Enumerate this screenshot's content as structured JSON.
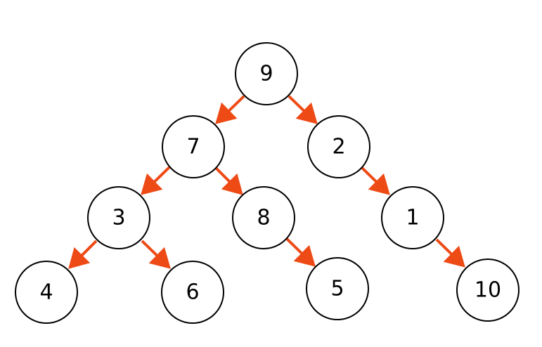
{
  "colors": {
    "edge": "#ee4a16",
    "node_stroke": "#000000",
    "node_fill": "#ffffff",
    "background": "#ffffff"
  },
  "tree": {
    "nodes": [
      {
        "id": "n9",
        "label": "9"
      },
      {
        "id": "n7",
        "label": "7"
      },
      {
        "id": "n2",
        "label": "2"
      },
      {
        "id": "n3",
        "label": "3"
      },
      {
        "id": "n8",
        "label": "8"
      },
      {
        "id": "n1",
        "label": "1"
      },
      {
        "id": "n4",
        "label": "4"
      },
      {
        "id": "n6",
        "label": "6"
      },
      {
        "id": "n5",
        "label": "5"
      },
      {
        "id": "n10",
        "label": "10"
      }
    ],
    "edges": [
      {
        "from": "n9",
        "to": "n7"
      },
      {
        "from": "n9",
        "to": "n2"
      },
      {
        "from": "n7",
        "to": "n3"
      },
      {
        "from": "n7",
        "to": "n8"
      },
      {
        "from": "n2",
        "to": "n1"
      },
      {
        "from": "n3",
        "to": "n4"
      },
      {
        "from": "n3",
        "to": "n6"
      },
      {
        "from": "n8",
        "to": "n5"
      },
      {
        "from": "n1",
        "to": "n10"
      }
    ]
  }
}
